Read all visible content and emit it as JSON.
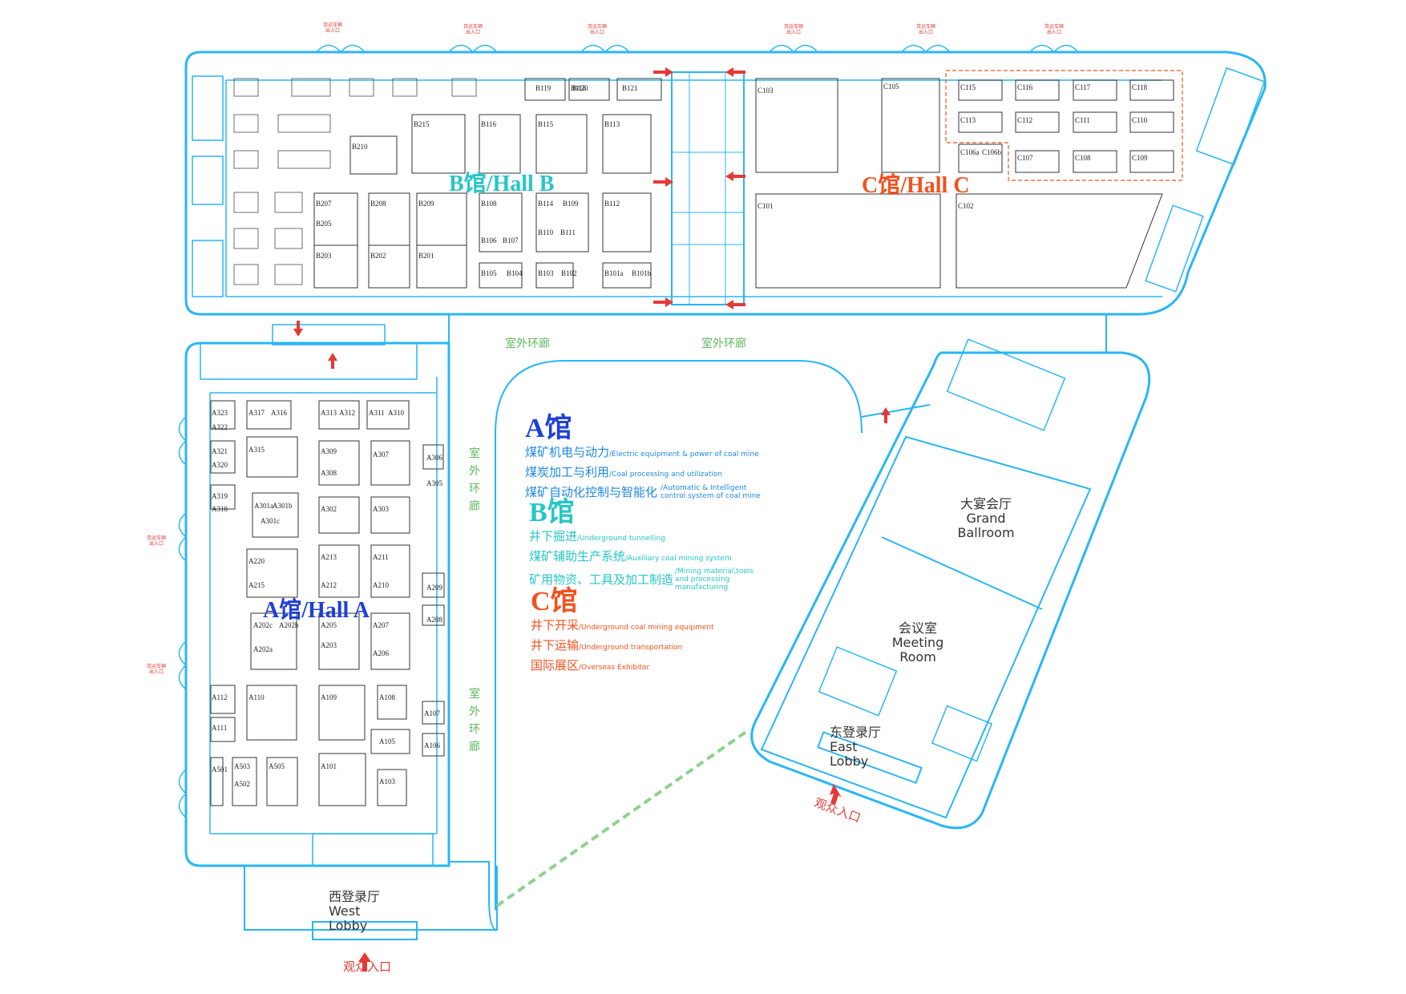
{
  "colors": {
    "wall": "#29b6f6",
    "booth": "#333333",
    "hall_a": "#1e3fd8",
    "hall_b": "#26c6c6",
    "hall_c": "#f4511e",
    "corridor": "#5cb85c",
    "arrow": "#e53935",
    "path": "#8fd18f"
  },
  "halls": {
    "a": {
      "title": "A馆/Hall A"
    },
    "b": {
      "title": "B馆/Hall B"
    },
    "c": {
      "title": "C馆/Hall C"
    }
  },
  "legend": {
    "a": {
      "title": "A馆",
      "items": [
        {
          "zh": "煤矿机电与动力",
          "en": "/Electric equipment & power of coal mine"
        },
        {
          "zh": "煤炭加工与利用",
          "en": "/Coal processing and utilization"
        },
        {
          "zh": "煤矿自动化控制与智能化",
          "en": "/Automatic & Intelligent control system of coal mine"
        }
      ]
    },
    "b": {
      "title": "B馆",
      "items": [
        {
          "zh": "井下掘进",
          "en": "/Underground tunnelling"
        },
        {
          "zh": "煤矿辅助生产系统",
          "en": "/Auxiliary coal mining system"
        },
        {
          "zh": "矿用物资、工具及加工制造",
          "en": "/Mining material,tools and processing manufacturing"
        }
      ]
    },
    "c": {
      "title": "C馆",
      "items": [
        {
          "zh": "井下开采",
          "en": "/Underground coal mining equipment"
        },
        {
          "zh": "井下运输",
          "en": "/Underground transportation"
        },
        {
          "zh": "国际展区",
          "en": "/Overseas Exhibitor"
        }
      ]
    }
  },
  "rooms": {
    "grand_ballroom": {
      "zh": "大宴会厅",
      "en1": "Grand",
      "en2": "Ballroom"
    },
    "meeting_room": {
      "zh": "会议室",
      "en1": "Meeting",
      "en2": "Room"
    },
    "east_lobby": {
      "zh": "东登录厅",
      "en1": "East",
      "en2": "Lobby"
    },
    "west_lobby": {
      "zh": "西登录厅",
      "en1": "West",
      "en2": "Lobby"
    }
  },
  "corridor": {
    "h": "室外环廊",
    "v": [
      "室",
      "外",
      "环",
      "廊"
    ]
  },
  "entrance": "观众入口",
  "vehicle_entrance": [
    "货运车辆",
    "出入口"
  ],
  "booths": {
    "hall_a": [
      "A323",
      "A322",
      "A317",
      "A316",
      "A313",
      "A312",
      "A311",
      "A310",
      "A321",
      "A320",
      "A315",
      "A309",
      "A308",
      "A307",
      "A306",
      "A305",
      "A319",
      "A318",
      "A301a",
      "A301b",
      "A301c",
      "A302",
      "A303",
      "A220",
      "A215",
      "A213",
      "A212",
      "A211",
      "A210",
      "A209",
      "A208",
      "A202c",
      "A202b",
      "A202a",
      "A205",
      "A203",
      "A207",
      "A206",
      "A112",
      "A110",
      "A111",
      "A109",
      "A108",
      "A107",
      "A106",
      "A105",
      "A501",
      "A503",
      "A502",
      "A505",
      "A101",
      "A103"
    ],
    "hall_b": [
      "B120",
      "B121",
      "B119",
      "B118",
      "B215",
      "B116",
      "B115",
      "B113",
      "B210",
      "B207",
      "B205",
      "B208",
      "B209",
      "B108",
      "B114",
      "B109",
      "B112",
      "B106",
      "B107",
      "B110",
      "B111",
      "B203",
      "B202",
      "B201",
      "B105",
      "B104",
      "B103",
      "B102",
      "B101a",
      "B101b"
    ],
    "hall_c": [
      "C103",
      "C105",
      "C115",
      "C116",
      "C117",
      "C118",
      "C113",
      "C112",
      "C111",
      "C110",
      "C106a",
      "C106b",
      "C107",
      "C108",
      "C109",
      "C101",
      "C102"
    ]
  }
}
